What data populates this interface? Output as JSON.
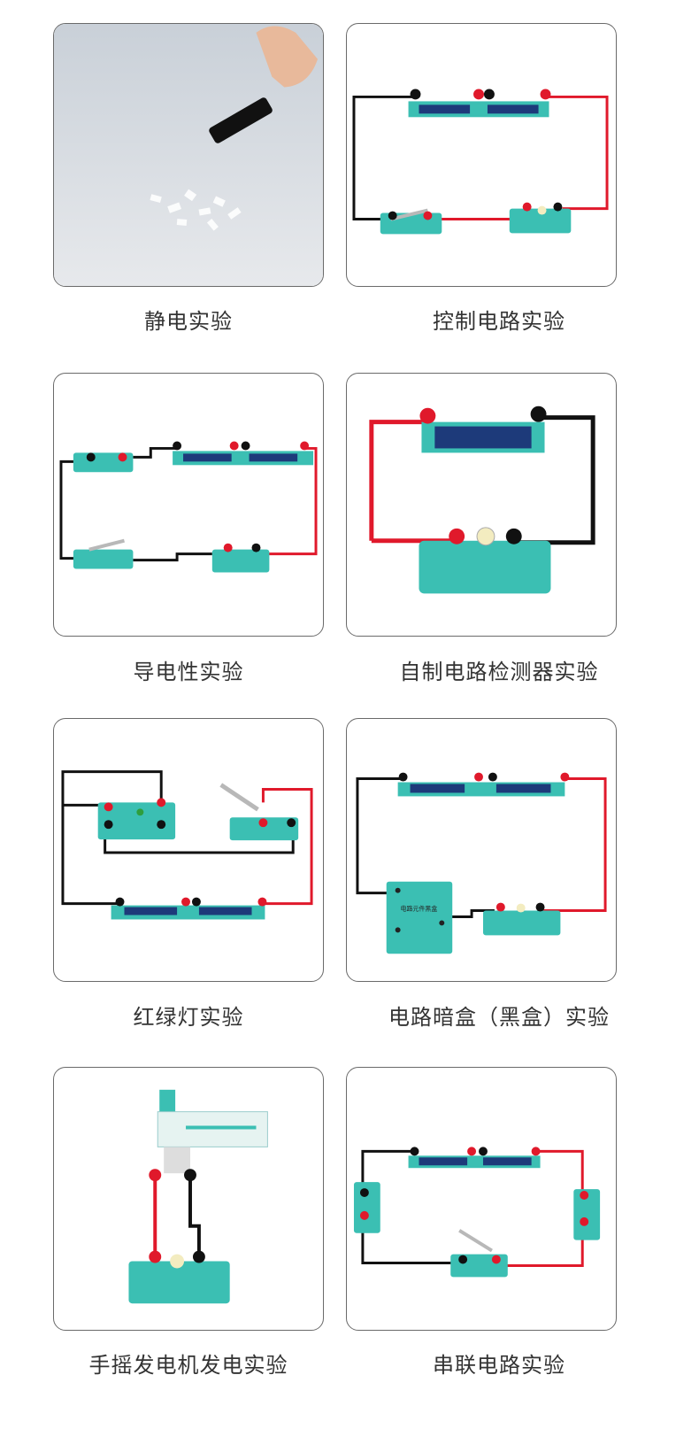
{
  "experiments": [
    {
      "title": "静电实验"
    },
    {
      "title": "控制电路实验"
    },
    {
      "title": "导电性实验"
    },
    {
      "title": "自制电路检测器实验"
    },
    {
      "title": "红绿灯实验"
    },
    {
      "title": "电路暗盒（黑盒）实验"
    },
    {
      "title": "手摇发电机发电实验"
    },
    {
      "title": "串联电路实验"
    }
  ],
  "box_label": "电路元件黑盒",
  "colors": {
    "teal": "#3bbfb3",
    "red": "#e0192b",
    "black": "#111111",
    "card_border": "#6a6a6a"
  }
}
